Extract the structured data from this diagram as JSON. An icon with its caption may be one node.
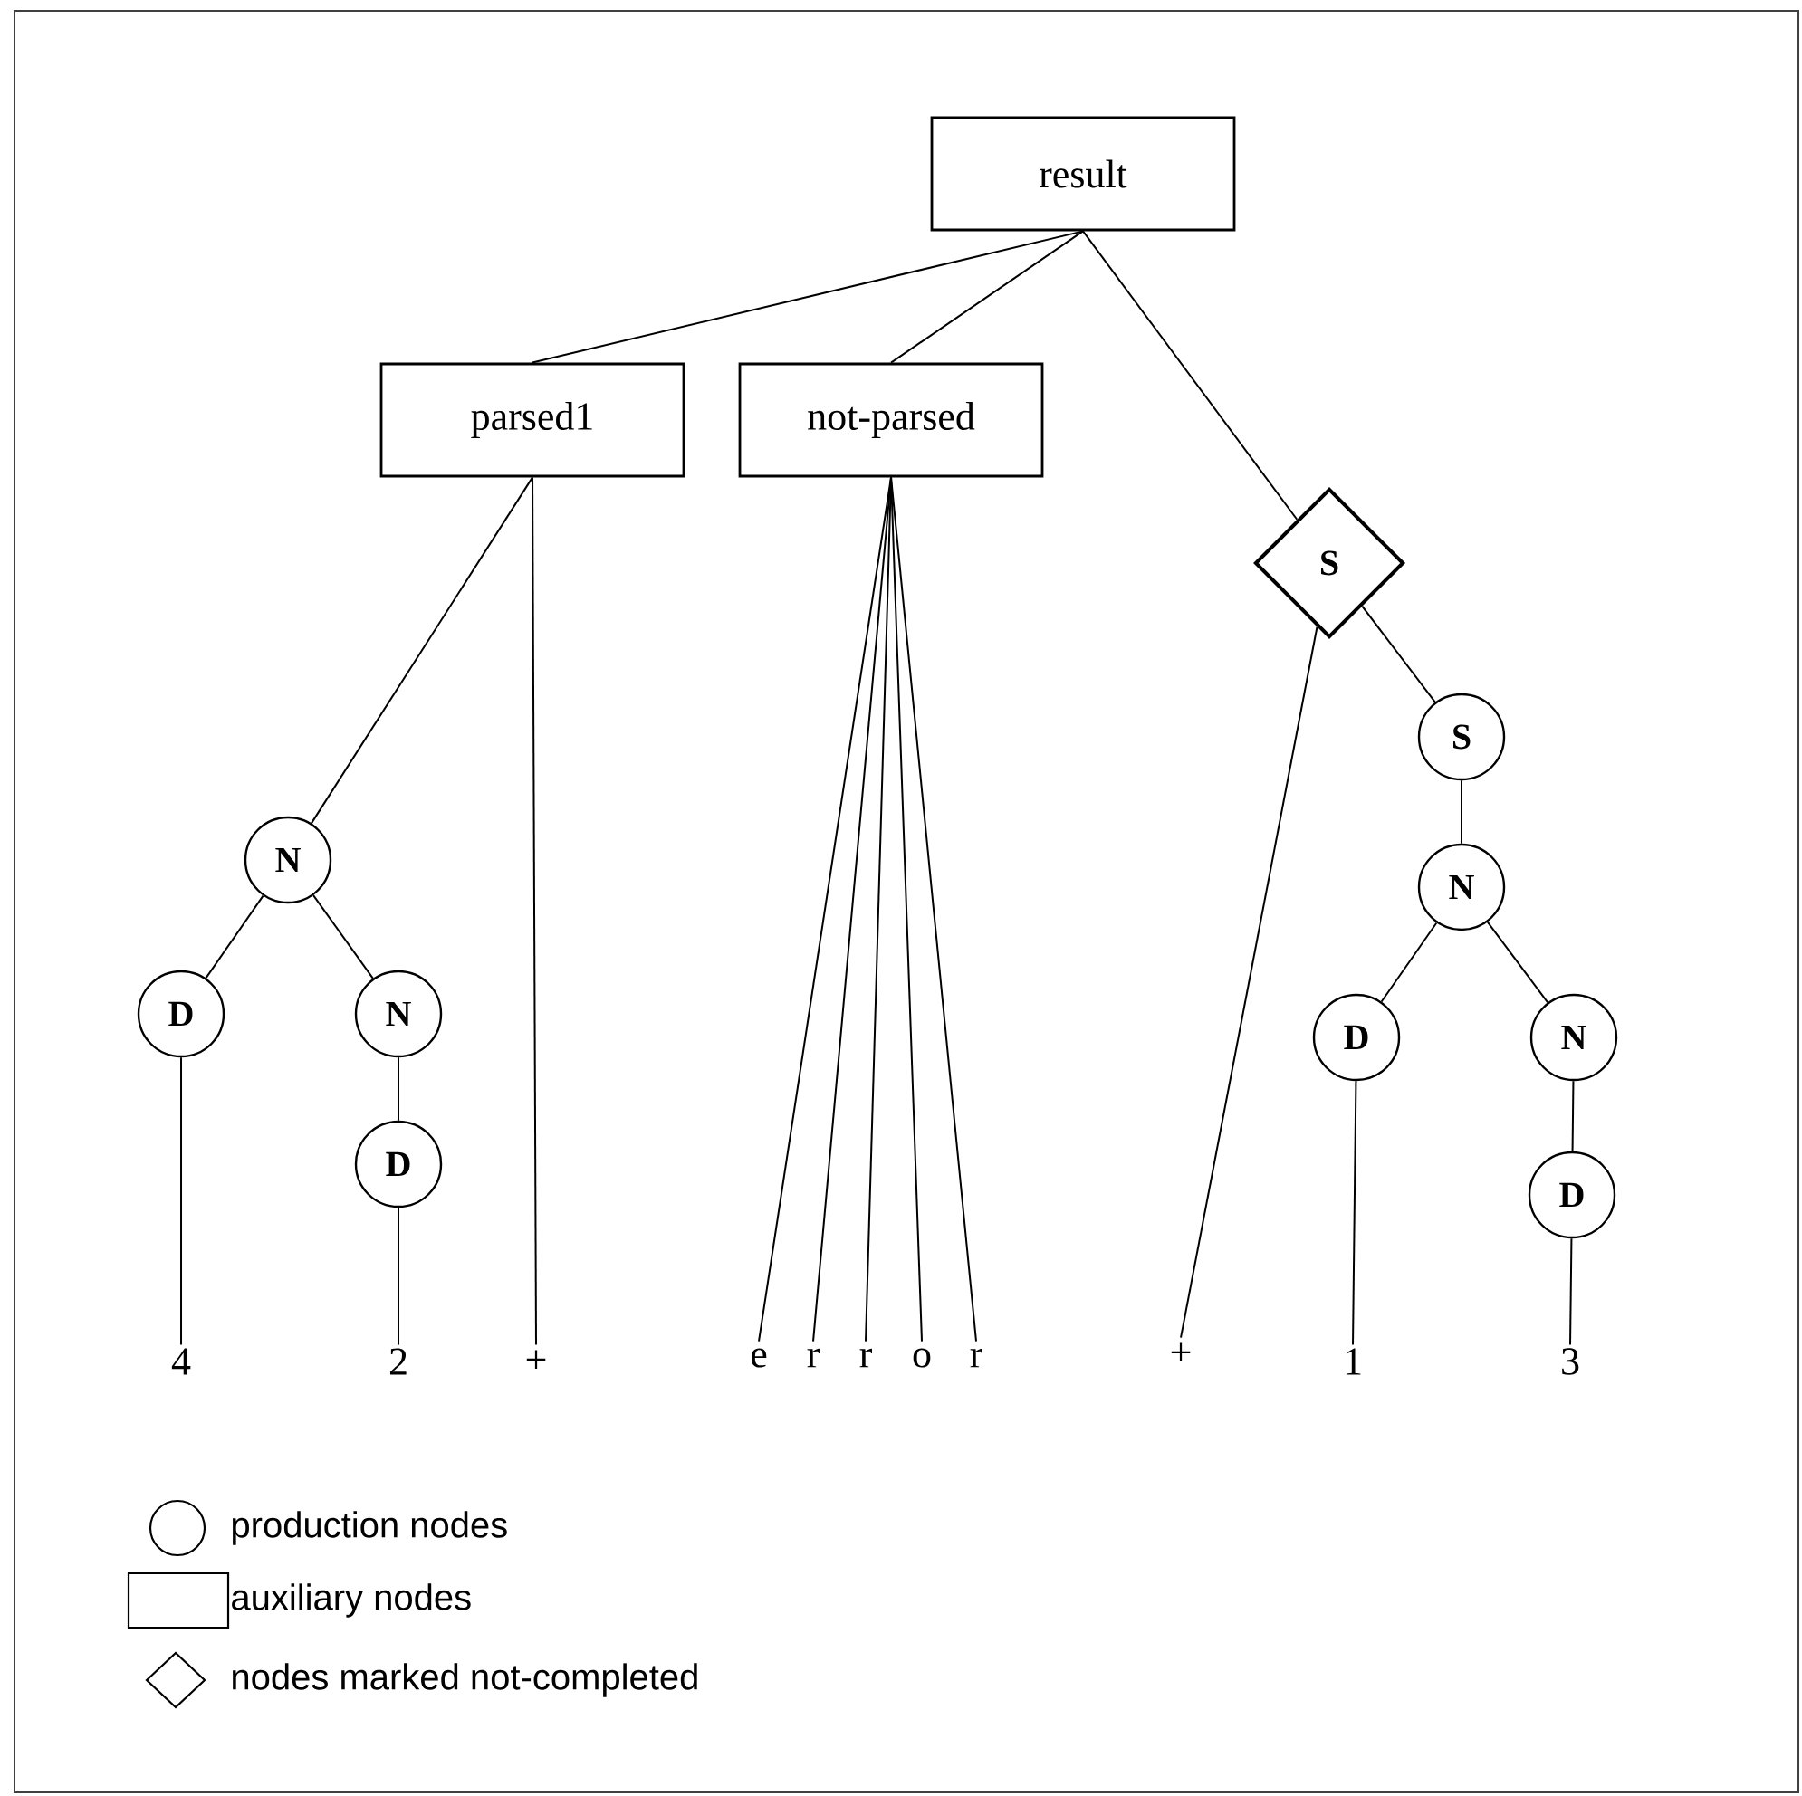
{
  "diagram": {
    "nodes": [
      {
        "text": [
          "result"
        ]
      },
      {
        "text": [
          "parsed1"
        ]
      },
      {
        "text": [
          "not-parsed"
        ]
      },
      {
        "text": [
          "S"
        ]
      },
      {
        "text": [
          "N"
        ]
      },
      {
        "text": [
          "D"
        ]
      },
      {
        "text": [
          "N"
        ]
      },
      {
        "text": [
          "D"
        ]
      },
      {
        "text": [
          "S"
        ]
      },
      {
        "text": [
          "N"
        ]
      },
      {
        "text": [
          "D"
        ]
      },
      {
        "text": [
          "N"
        ]
      },
      {
        "text": [
          "D"
        ]
      },
      {
        "text": [
          "4"
        ]
      },
      {
        "text": [
          "2"
        ]
      },
      {
        "text": [
          "+"
        ]
      },
      {
        "text": [
          "e"
        ]
      },
      {
        "text": [
          "r"
        ]
      },
      {
        "text": [
          "r"
        ]
      },
      {
        "text": [
          "o"
        ]
      },
      {
        "text": [
          "r"
        ]
      },
      {
        "text": [
          "+"
        ]
      },
      {
        "text": [
          "1"
        ]
      },
      {
        "text": [
          "3"
        ]
      }
    ],
    "edges": [
      {
        "from": 0,
        "to": 1,
        "arrow": "none"
      },
      {
        "from": 0,
        "to": 2,
        "arrow": "none"
      },
      {
        "from": 0,
        "to": 3,
        "arrow": "none"
      },
      {
        "from": 1,
        "to": 4,
        "arrow": "none"
      },
      {
        "from": 1,
        "to": 15,
        "arrow": "none"
      },
      {
        "from": 2,
        "to": 16,
        "arrow": "none"
      },
      {
        "from": 2,
        "to": 17,
        "arrow": "none"
      },
      {
        "from": 2,
        "to": 18,
        "arrow": "none"
      },
      {
        "from": 2,
        "to": 19,
        "arrow": "none"
      },
      {
        "from": 2,
        "to": 20,
        "arrow": "none"
      },
      {
        "from": 3,
        "to": 21,
        "arrow": "none"
      },
      {
        "from": 3,
        "to": 8,
        "arrow": "none"
      },
      {
        "from": 4,
        "to": 5,
        "arrow": "none"
      },
      {
        "from": 4,
        "to": 6,
        "arrow": "none"
      },
      {
        "from": 5,
        "to": 13,
        "arrow": "none"
      },
      {
        "from": 6,
        "to": 7,
        "arrow": "none"
      },
      {
        "from": 7,
        "to": 14,
        "arrow": "none"
      },
      {
        "from": 8,
        "to": 9,
        "arrow": "none"
      },
      {
        "from": 9,
        "to": 10,
        "arrow": "none"
      },
      {
        "from": 9,
        "to": 11,
        "arrow": "none"
      },
      {
        "from": 10,
        "to": 22,
        "arrow": "none"
      },
      {
        "from": 11,
        "to": 12,
        "arrow": "none"
      },
      {
        "from": 12,
        "to": 23,
        "arrow": "none"
      }
    ],
    "legend": [
      {
        "text": "production nodes"
      },
      {
        "text": "auxiliary nodes"
      },
      {
        "text": "nodes marked not-completed"
      }
    ]
  }
}
